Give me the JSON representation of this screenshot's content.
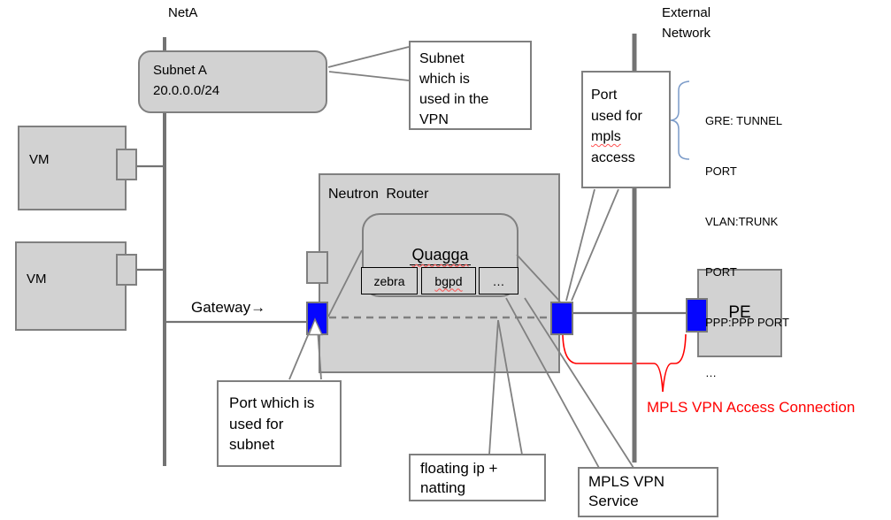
{
  "diagram": {
    "backbones": {
      "net_a": "NetA",
      "external": [
        "External",
        "Network"
      ]
    },
    "nodes": {
      "subnet_a": [
        "Subnet A",
        "20.0.0.0/24"
      ],
      "vm_top": "VM",
      "vm_bottom": "VM",
      "neutron_router": "Neutron Router",
      "quagga": "Quagga",
      "daemons": [
        "zebra",
        "bgpd",
        "…"
      ],
      "pe": "PE"
    },
    "labels": {
      "gateway": "Gateway→",
      "mpls_access_connection": "MPLS VPN Access Connection",
      "port_types": [
        "GRE: TUNNEL",
        "PORT",
        "VLAN:TRUNK",
        "PORT",
        "PPP:PPP PORT",
        "…"
      ]
    },
    "callouts": {
      "subnet_vpn": [
        "Subnet",
        "which is",
        "used in the",
        "VPN"
      ],
      "port_mpls": [
        "Port",
        "used for",
        "mpls",
        "access"
      ],
      "port_subnet": [
        "Port which is",
        "used for",
        "subnet"
      ],
      "floating_ip": [
        "floating ip +",
        "natting"
      ],
      "mpls_service": [
        "MPLS VPN",
        "Service"
      ]
    },
    "colors": {
      "node_fill": "#d2d2d2",
      "node_border": "#808080",
      "port_fill": "#0505ff",
      "backbone_gray": "#737373",
      "pointer_gray": "#808080",
      "annotation_red": "#ff0000",
      "brace_blue": "#7a9ac8"
    }
  }
}
